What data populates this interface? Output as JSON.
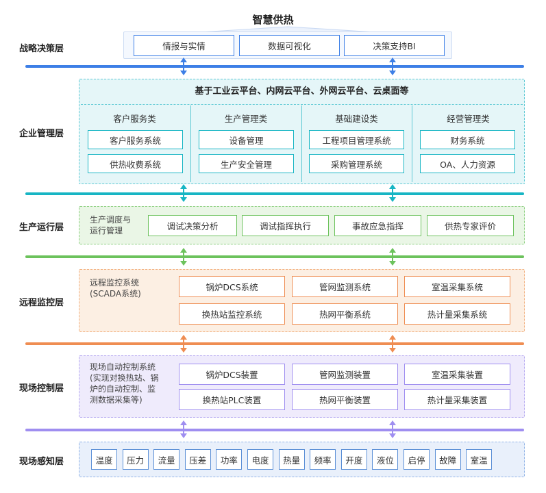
{
  "title": "智慧供热",
  "colors": {
    "strategy": "#3d7fe6",
    "enterprise": "#17b5c4",
    "production": "#6cc25c",
    "remote": "#ef8d52",
    "field_control": "#9f8ef0",
    "perception": "#5b8fd6"
  },
  "layers": {
    "strategy": "战略决策层",
    "enterprise": "企业管理层",
    "production": "生产运行层",
    "remote": "远程监控层",
    "field_control": "现场控制层",
    "perception": "现场感知层"
  },
  "strategy": {
    "items": [
      "情报与实情",
      "数据可视化",
      "决策支持BI"
    ]
  },
  "enterprise": {
    "header": "基于工业云平台、内网云平台、外网云平台、云桌面等",
    "columns": [
      {
        "title": "客户服务类",
        "items": [
          "客户服务系统",
          "供热收费系统"
        ]
      },
      {
        "title": "生产管理类",
        "items": [
          "设备管理",
          "生产安全管理"
        ]
      },
      {
        "title": "基础建设类",
        "items": [
          "工程项目管理系统",
          "采购管理系统"
        ]
      },
      {
        "title": "经营管理类",
        "items": [
          "财务系统",
          "OA、人力资源"
        ]
      }
    ]
  },
  "production": {
    "label_line1": "生产调度与",
    "label_line2": "运行管理",
    "items": [
      "调试决策分析",
      "调试指挥执行",
      "事故应急指挥",
      "供热专家评价"
    ]
  },
  "remote": {
    "label_line1": "远程监控系统",
    "label_line2": "(SCADA系统)",
    "items": [
      "锅炉DCS系统",
      "管网监测系统",
      "室温采集系统",
      "换热站监控系统",
      "热网平衡系统",
      "热计量采集系统"
    ]
  },
  "field_control": {
    "label_line1": "现场自动控制系统",
    "label_line2": "(实现对换热站、锅",
    "label_line3": "炉的自动控制、监",
    "label_line4": "测数据采集等)",
    "items": [
      "锅炉DCS装置",
      "管网监测装置",
      "室温采集装置",
      "换热站PLC装置",
      "热网平衡装置",
      "热计量采集装置"
    ]
  },
  "perception": {
    "items": [
      "温度",
      "压力",
      "流量",
      "压差",
      "功率",
      "电度",
      "热量",
      "频率",
      "开度",
      "液位",
      "启停",
      "故障",
      "室温"
    ]
  }
}
